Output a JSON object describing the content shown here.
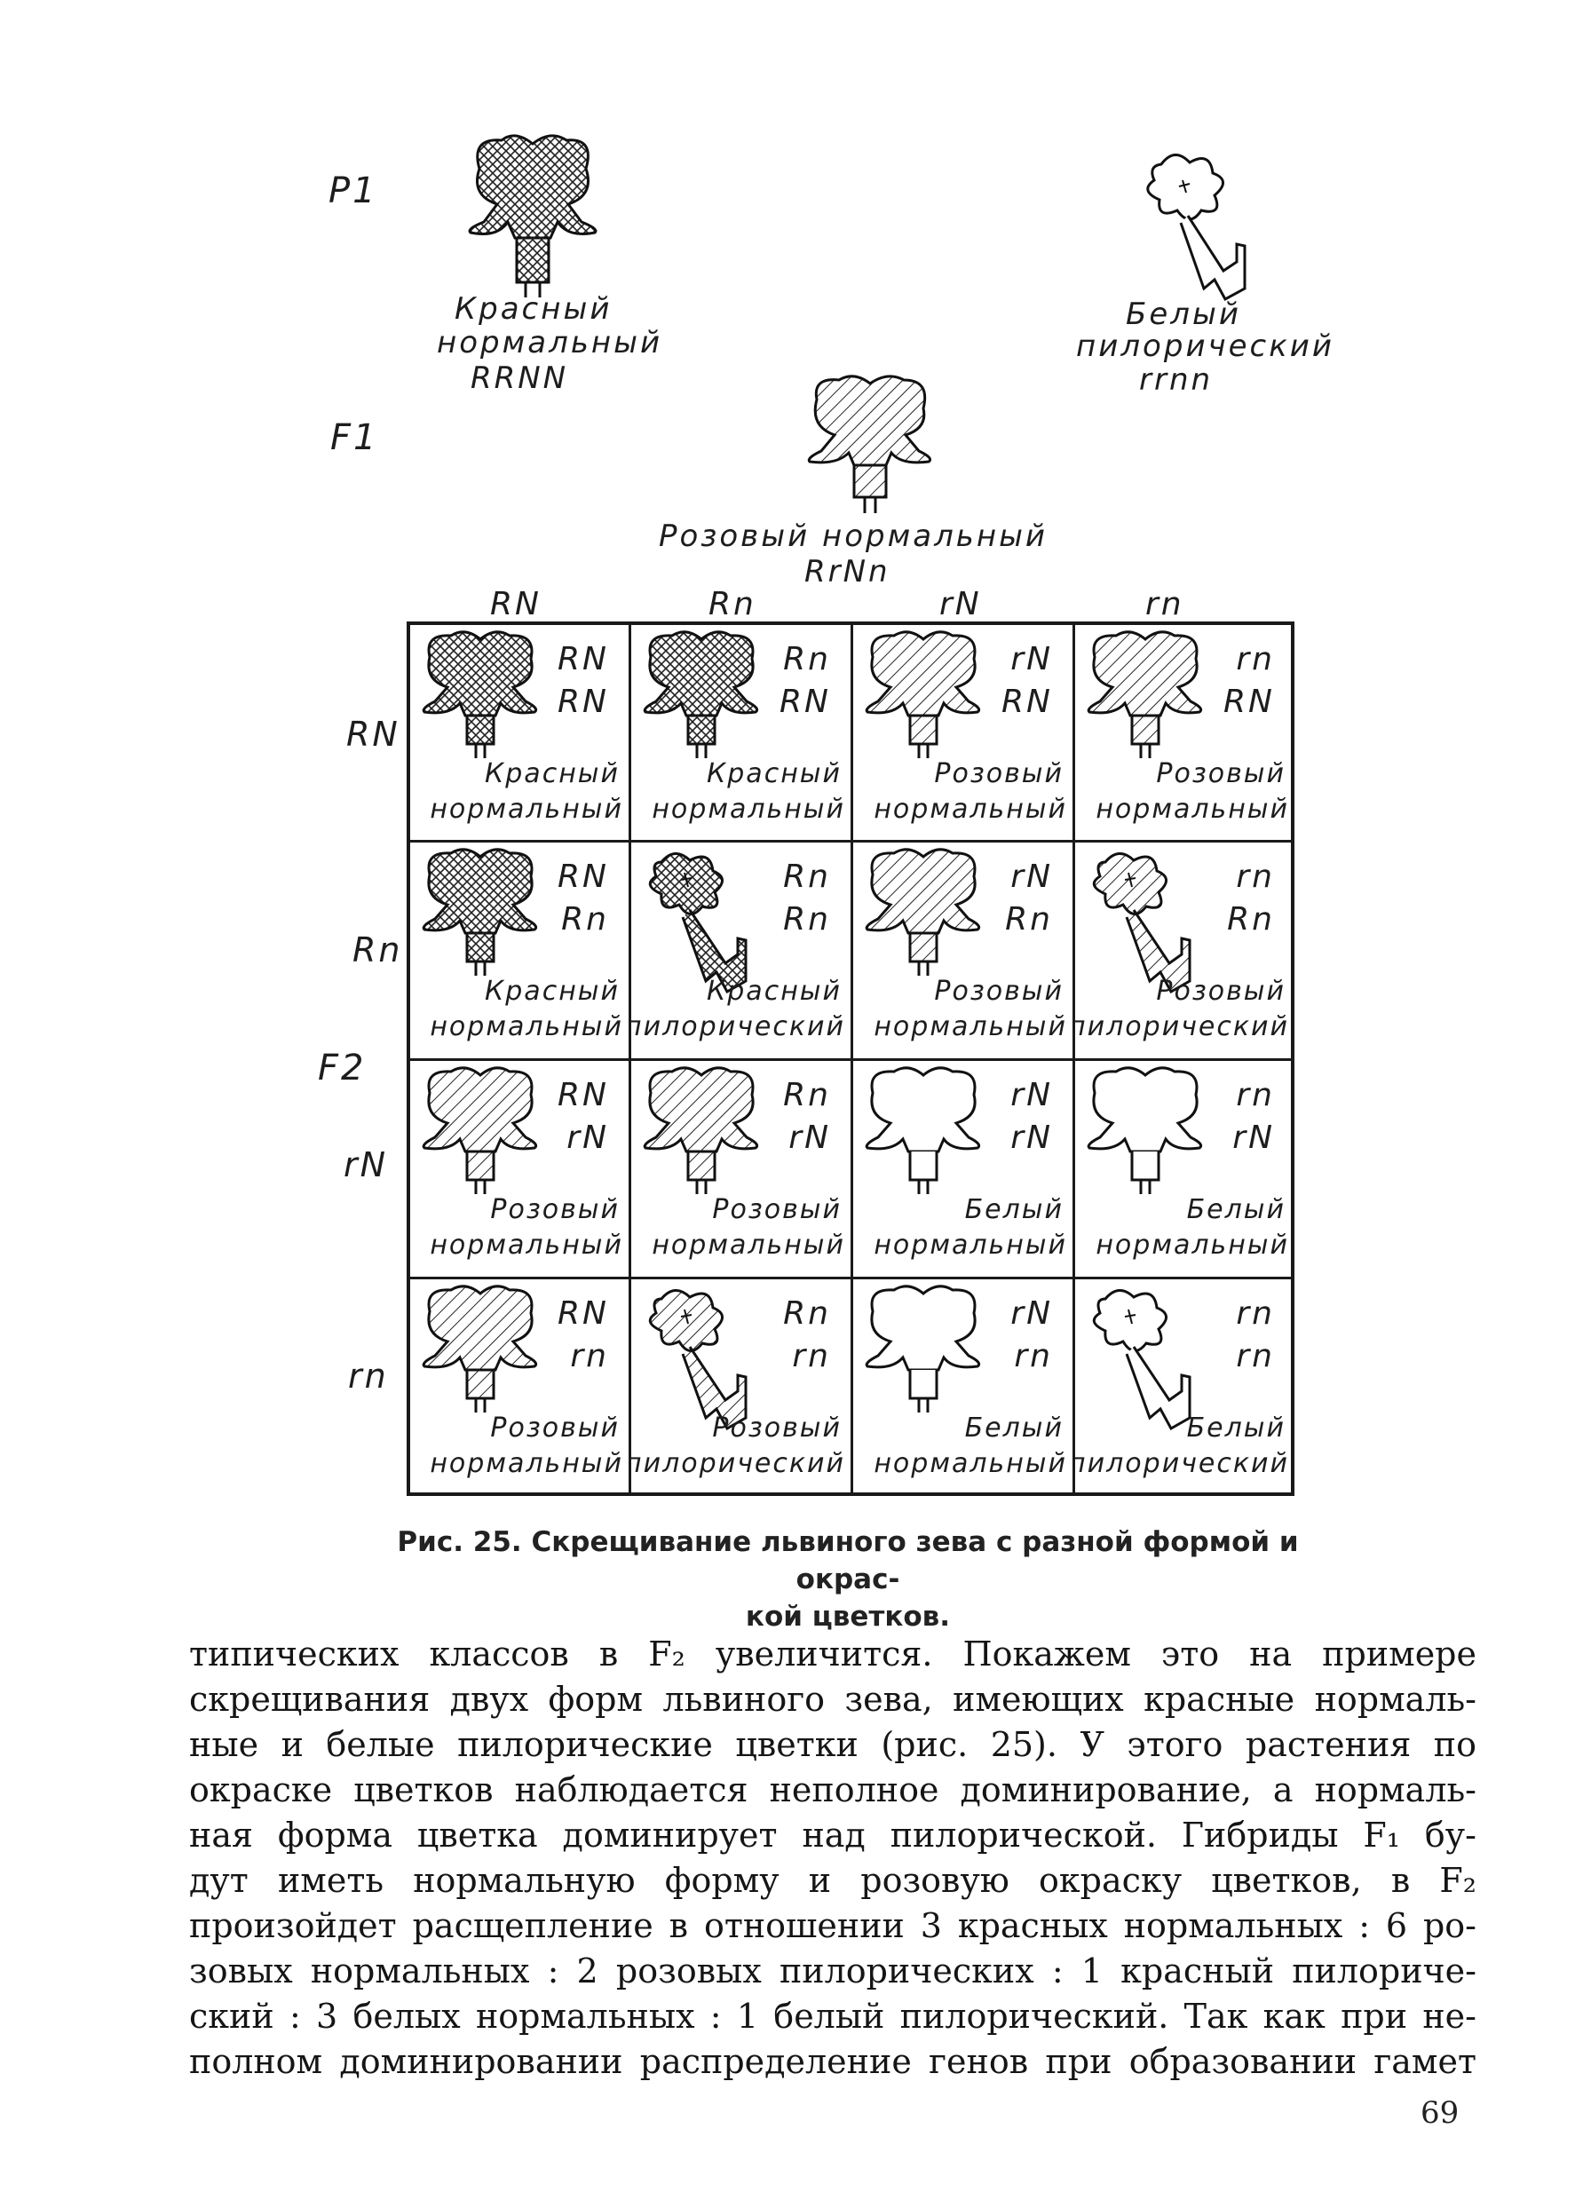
{
  "figure": {
    "generation_labels": {
      "p1": "P1",
      "f1": "F1",
      "f2": "F2"
    },
    "parent_left": {
      "color": "Красный",
      "form": "нормальный",
      "genotype": "RRNN"
    },
    "parent_right": {
      "color": "Белый",
      "form": "пилорический",
      "genotype": "rrnn"
    },
    "f1": {
      "phenotype": "Розовый нормальный",
      "genotype": "RrNn"
    },
    "gamete_columns": [
      "RN",
      "Rn",
      "rN",
      "rn"
    ],
    "gamete_rows": [
      "RN",
      "Rn",
      "rN",
      "rn"
    ],
    "cells": [
      {
        "g1": "RN",
        "g2": "RN",
        "color": "Красный",
        "form": "нормальный"
      },
      {
        "g1": "Rn",
        "g2": "RN",
        "color": "Красный",
        "form": "нормальный"
      },
      {
        "g1": "rN",
        "g2": "RN",
        "color": "Розовый",
        "form": "нормальный"
      },
      {
        "g1": "rn",
        "g2": "RN",
        "color": "Розовый",
        "form": "нормальный"
      },
      {
        "g1": "RN",
        "g2": "Rn",
        "color": "Красный",
        "form": "нормальный"
      },
      {
        "g1": "Rn",
        "g2": "Rn",
        "color": "Красный",
        "form": "пилорический"
      },
      {
        "g1": "rN",
        "g2": "Rn",
        "color": "Розовый",
        "form": "нормальный"
      },
      {
        "g1": "rn",
        "g2": "Rn",
        "color": "Розовый",
        "form": "пилорический"
      },
      {
        "g1": "RN",
        "g2": "rN",
        "color": "Розовый",
        "form": "нормальный"
      },
      {
        "g1": "Rn",
        "g2": "rN",
        "color": "Розовый",
        "form": "нормальный"
      },
      {
        "g1": "rN",
        "g2": "rN",
        "color": "Белый",
        "form": "нормальный"
      },
      {
        "g1": "rn",
        "g2": "rN",
        "color": "Белый",
        "form": "нормальный"
      },
      {
        "g1": "RN",
        "g2": "rn",
        "color": "Розовый",
        "form": "нормальный"
      },
      {
        "g1": "Rn",
        "g2": "rn",
        "color": "Розовый",
        "form": "пилорический"
      },
      {
        "g1": "rN",
        "g2": "rn",
        "color": "Белый",
        "form": "нормальный"
      },
      {
        "g1": "rn",
        "g2": "rn",
        "color": "Белый",
        "form": "пилорический"
      }
    ],
    "caption_line1": "Рис. 25. Скрещивание львиного зева с разной формой и окрас-",
    "caption_line2": "кой цветков."
  },
  "body_lines": [
    "типических классов в F₂ увеличится. Покажем это на примере",
    "скрещивания двух форм львиного зева, имеющих красные нормаль-",
    "ные и белые пилорические цветки (рис. 25). У этого растения по",
    "окраске цветков наблюдается неполное доминирование, а нормаль-",
    "ная форма цветка доминирует над пилорической. Гибриды F₁ бу-",
    "дут иметь нормальную форму и розовую окраску цветков, в F₂",
    "произойдет расщепление в отношении 3 красных нормальных : 6 ро-",
    "зовых нормальных : 2 розовых пилорических : 1 красный пилориче-",
    "ский : 3 белых нормальных : 1 белый пилорический. Так как при не-",
    "полном доминировании распределение генов при образовании гамет"
  ],
  "page_number": "69",
  "colors": {
    "ink": "#1a1a1a",
    "paper": "#ffffff"
  }
}
